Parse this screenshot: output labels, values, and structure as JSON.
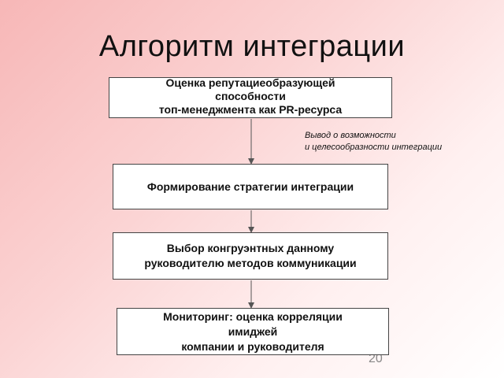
{
  "title": "Алгоритм интеграции",
  "steps": [
    {
      "text": "Оценка репутациеобразующей\nспособности\nтоп-менеджмента как PR-ресурса"
    },
    {
      "text": "Формирование стратегии интеграции"
    },
    {
      "text": "Выбор конгруэнтных данному\nруководителю методов коммуникации"
    },
    {
      "text": "Мониторинг: оценка корреляции\nимиджей\nкомпании и руководителя"
    }
  ],
  "annotation": "Вывод о возможности\nи целесообразности интеграции",
  "page_number": "20"
}
